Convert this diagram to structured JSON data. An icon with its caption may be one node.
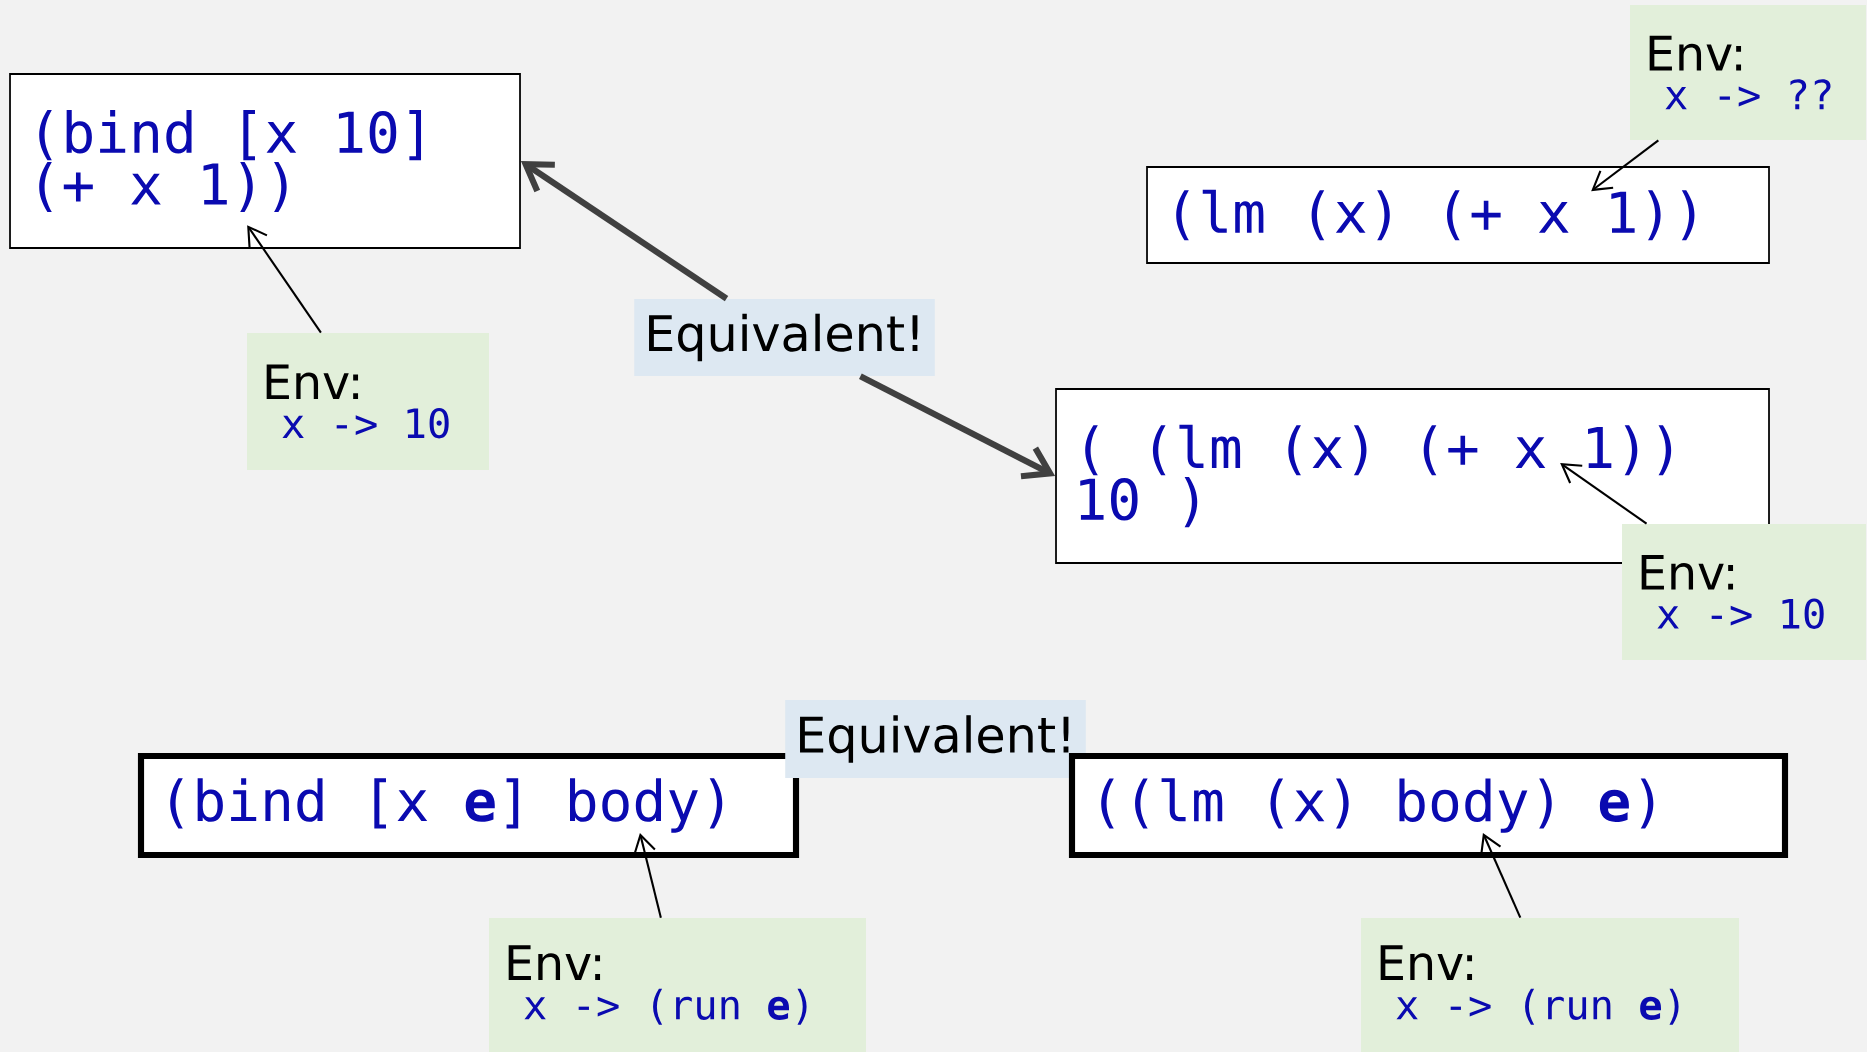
{
  "diagram": {
    "nodes": [
      {
        "text": [
          "(bind [x 10] (+ x 1))"
        ]
      },
      {
        "text": [
          "Env:",
          "x -> 10"
        ]
      },
      {
        "text": [
          "Env:",
          "x -> ??"
        ]
      },
      {
        "text": [
          "(lm (x) (+ x 1))"
        ]
      },
      {
        "text": [
          "Equivalent!"
        ]
      },
      {
        "text": [
          "( (lm (x) (+ x 1)) 10 )"
        ]
      },
      {
        "text": [
          "Env:",
          "x -> 10"
        ]
      },
      {
        "text": [
          "(bind [x **e**] body)"
        ]
      },
      {
        "text": [
          "Equivalent!"
        ]
      },
      {
        "text": [
          "((lm (x) body) **e**)"
        ]
      },
      {
        "text": [
          "Env:",
          "x -> (run **e**)"
        ]
      },
      {
        "text": [
          "Env:",
          "x -> (run **e**)"
        ]
      }
    ],
    "edges": [
      {
        "from": 4,
        "to": 0,
        "arrow": "to",
        "style": "thick",
        "color": "#404040"
      },
      {
        "from": 4,
        "to": 5,
        "arrow": "to",
        "style": "thick",
        "color": "#404040"
      },
      {
        "from": 1,
        "to": 0,
        "arrow": "to"
      },
      {
        "from": 2,
        "to": 3,
        "arrow": "to"
      },
      {
        "from": 6,
        "to": 5,
        "arrow": "to"
      },
      {
        "from": 10,
        "to": 7,
        "arrow": "to"
      },
      {
        "from": 11,
        "to": 9,
        "arrow": "to"
      }
    ]
  }
}
